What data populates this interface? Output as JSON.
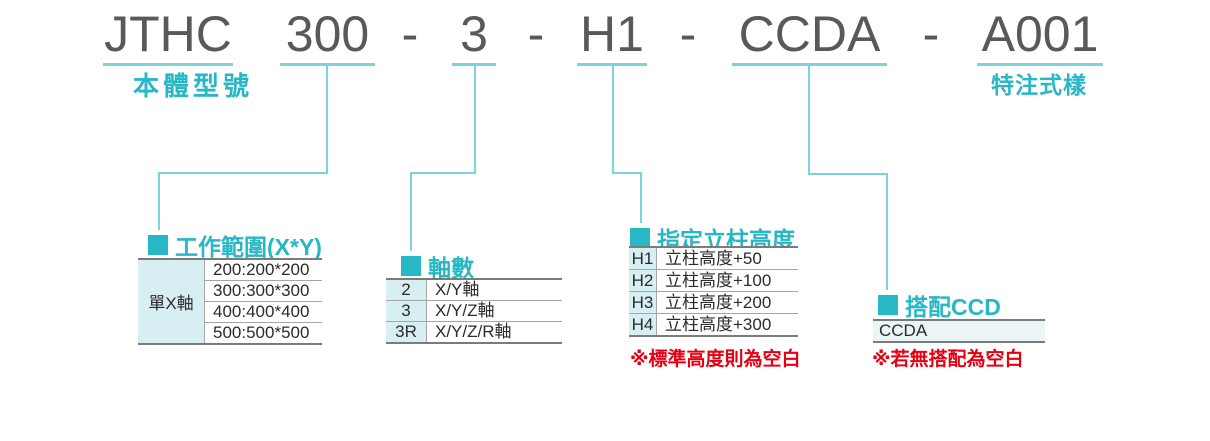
{
  "colors": {
    "accent_teal": "#29b8c5",
    "underline_teal": "#7bd4db",
    "code_text_gray": "#58595b",
    "table_border_dark": "#7b7b7b",
    "table_border_light": "#a5a5a5",
    "cell_bg_teal": "#d7eef3",
    "ccd_row_bg": "#e9f5f6",
    "note_red": "#e60012"
  },
  "code": {
    "part1": "JTHC",
    "part2": "300",
    "part3": "3",
    "part4": "H1",
    "part5": "CCDA",
    "part6": "A001",
    "dash": "-",
    "label_left": "本體型號",
    "label_right": "特注式樣"
  },
  "working_range": {
    "title": "工作範圍(X*Y)",
    "axis_label": "單X軸",
    "options": [
      "200:200*200",
      "300:300*300",
      "400:400*400",
      "500:500*500"
    ]
  },
  "axis_count": {
    "title": "軸數",
    "rows": [
      {
        "code": "2",
        "desc": "X/Y軸"
      },
      {
        "code": "3",
        "desc": "X/Y/Z軸"
      },
      {
        "code": "3R",
        "desc": "X/Y/Z/R軸"
      }
    ]
  },
  "column_height": {
    "title": "指定立柱高度",
    "rows": [
      {
        "code": "H1",
        "desc": "立柱高度+50"
      },
      {
        "code": "H2",
        "desc": "立柱高度+100"
      },
      {
        "code": "H3",
        "desc": "立柱高度+200"
      },
      {
        "code": "H4",
        "desc": "立柱高度+300"
      }
    ],
    "note": "※標準高度則為空白"
  },
  "ccd": {
    "title": "搭配CCD",
    "value": "CCDA",
    "note": "※若無搭配為空白"
  }
}
